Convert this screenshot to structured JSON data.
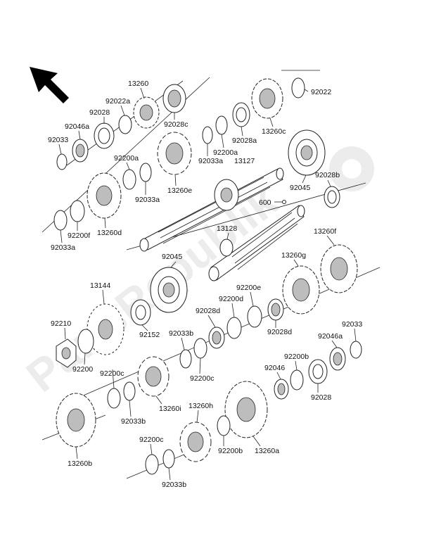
{
  "labels": {
    "l13260": "13260",
    "l92022a": "92022a",
    "l92022": "92022",
    "l92028": "92028",
    "l92046a": "92046a",
    "l92033": "92033",
    "l92028c": "92028c",
    "l13260c": "13260c",
    "l92028a": "92028a",
    "l92200a_top": "92200a",
    "l92033a_top": "92033a",
    "l13127": "13127",
    "l92200a_mid": "92200a",
    "l13260e": "13260e",
    "l92033a_mid": "92033a",
    "l92028b": "92028b",
    "l92045_r": "92045",
    "l600": "600",
    "l92200f": "92200f",
    "l13260d": "13260d",
    "l92033a_bot": "92033a",
    "l13128": "13128",
    "l13260f": "13260f",
    "l92045_m": "92045",
    "l13260g": "13260g",
    "l13144": "13144",
    "l92200e": "92200e",
    "l92200d": "92200d",
    "l92028d_1": "92028d",
    "l92210": "92210",
    "l92152": "92152",
    "l92028d_2": "92028d",
    "l92033b_1": "92033b",
    "l92033_r": "92033",
    "l92046a_r": "92046a",
    "l92200": "92200",
    "l92200c_1": "92200c",
    "l92200c_2": "92200c",
    "l92200b_1": "92200b",
    "l92046": "92046",
    "l92033b_2": "92033b",
    "l13260i": "13260i",
    "l92028_r": "92028",
    "l13260h": "13260h",
    "l92200c_3": "92200c",
    "l92200b_2": "92200b",
    "l13260a": "13260a",
    "l13260b": "13260b",
    "l92033b_3": "92033b"
  },
  "watermark": {
    "text": "PartsRepublik",
    "color": "#e6e6e6"
  },
  "colors": {
    "line": "#222222",
    "fill": "#ffffff",
    "shade": "#bdbdbd"
  },
  "icons": {
    "direction": "arrow-up-left-icon"
  }
}
